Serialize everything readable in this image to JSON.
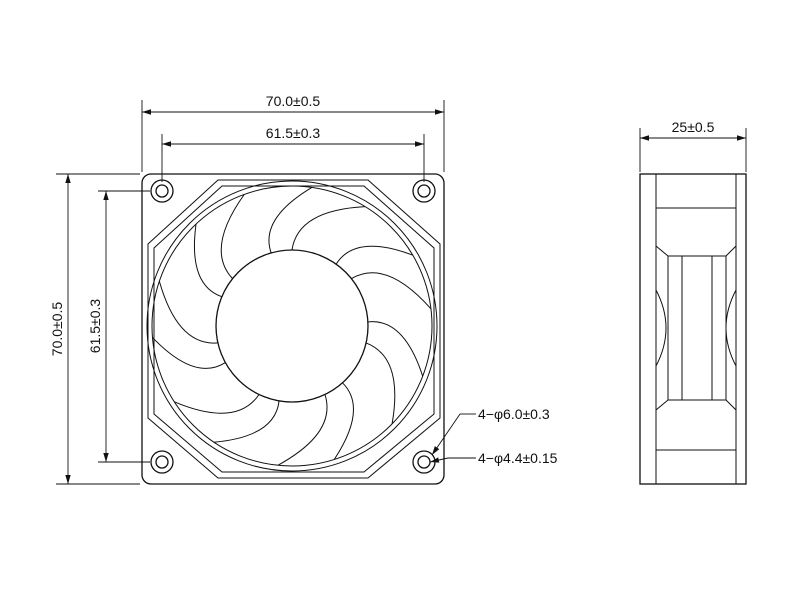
{
  "front_view": {
    "width_overall": "70.0±0.5",
    "width_holes": "61.5±0.3",
    "height_overall": "70.0±0.5",
    "height_holes": "61.5±0.3",
    "hole_outer": "4−φ6.0±0.3",
    "hole_inner": "4−φ4.4±0.15"
  },
  "side_view": {
    "thickness": "25±0.5"
  },
  "colors": {
    "line": "#111111",
    "background": "#ffffff"
  }
}
